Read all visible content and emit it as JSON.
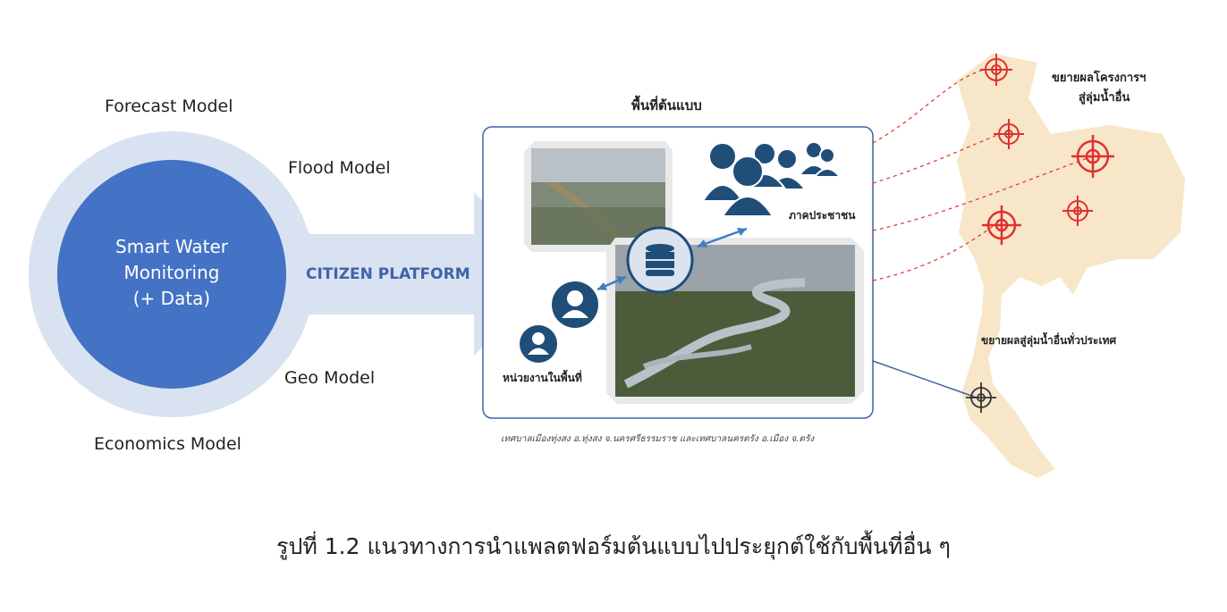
{
  "models": {
    "forecast": "Forecast Model",
    "flood": "Flood Model",
    "geo": "Geo Model",
    "economics": "Economics Model"
  },
  "center": {
    "line1": "Smart Water",
    "line2": "Monitoring",
    "line3": "(+ Data)"
  },
  "arrow_label": "CITIZEN PLATFORM",
  "pilot": {
    "title": "พื้นที่ต้นแบบ",
    "citizens_label": "ภาคประชาชน",
    "agency_label": "หน่วยงานในพื้นที่",
    "source_note": "เทศบาลเมืองทุ่งสง อ.ทุ่งสง จ.นครศรีธรรมราช และเทศบาลนครตรัง อ.เมือง จ.ตรัง"
  },
  "map": {
    "label_top_line1": "ขยายผลโครงการฯ",
    "label_top_line2": "สู่ลุ่มน้ำอื่น",
    "label_mid": "ขยายผลสู่ลุ่มน้ำอื่นทั่วประเทศ"
  },
  "caption": "รูปที่ 1.2 แนวทางการนำแพลตฟอร์มต้นแบบไปประยุกต์ใช้กับพื้นที่อื่น ๆ",
  "colors": {
    "circle_inner": "#4472c4",
    "circle_outer": "#d9e2f1",
    "arrow": "#d9e2f1",
    "icon_blue": "#1f4e79",
    "target_red": "#e03030",
    "map_fill": "#f7e6c7"
  }
}
